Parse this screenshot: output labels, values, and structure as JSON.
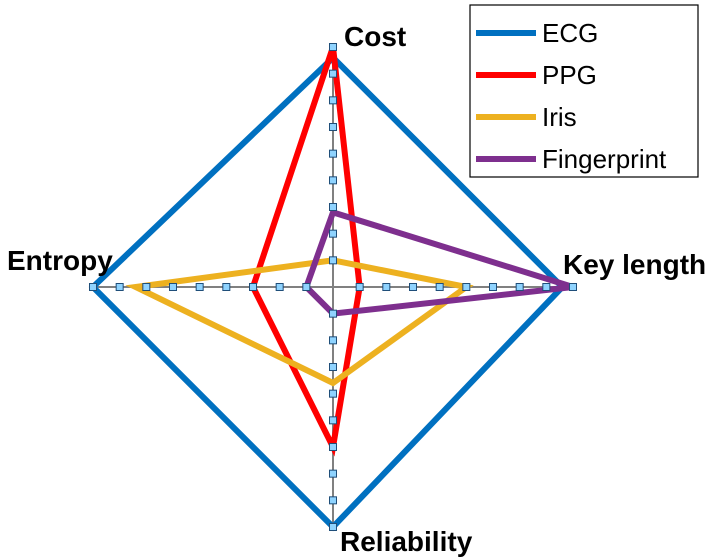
{
  "chart_data": {
    "type": "radar",
    "axes": [
      "Cost",
      "Key length",
      "Reliability",
      "Entropy"
    ],
    "scale": {
      "min": 0,
      "max": 9
    },
    "grid": "tick markers on axes",
    "legend_position": "top-right",
    "series": [
      {
        "name": "ECG",
        "color": "#0070C0",
        "values": [
          8.6,
          8.6,
          9.0,
          9.0
        ]
      },
      {
        "name": "PPG",
        "color": "#FF0000",
        "values": [
          9.0,
          1.0,
          6.0,
          3.0
        ]
      },
      {
        "name": "Iris",
        "color": "#EDB120",
        "values": [
          1.0,
          5.0,
          3.6,
          7.4
        ]
      },
      {
        "name": "Fingerprint",
        "color": "#7E2F8E",
        "values": [
          2.8,
          9.0,
          1.0,
          1.0
        ]
      }
    ]
  }
}
